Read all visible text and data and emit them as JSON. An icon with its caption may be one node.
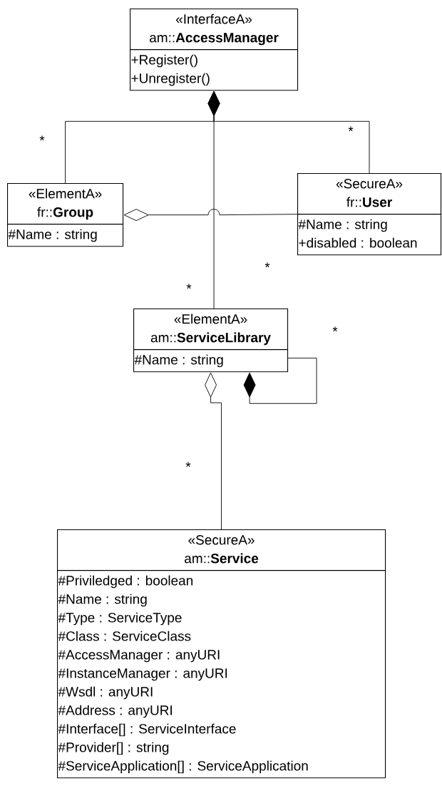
{
  "diagram": {
    "nodes": [
      {
        "text": [
          "«InterfaceA»",
          "am::**AccessManager**",
          "+Register()",
          "+Unregister()"
        ]
      },
      {
        "text": [
          "«ElementA»",
          "fr::**Group**",
          "#Name : string"
        ]
      },
      {
        "text": [
          "«SecureA»",
          "fr::**User**",
          "#Name : string",
          "+disabled : boolean"
        ]
      },
      {
        "text": [
          "«ElementA»",
          "am::**ServiceLibrary**",
          "#Name : string"
        ]
      },
      {
        "text": [
          "«SecureA»",
          "am::**Service**",
          "#Priviledged : boolean",
          "#Name : string",
          "#Type : ServiceType",
          "#Class : ServiceClass",
          "#AccessManager : anyURI",
          "#InstanceManager : anyURI",
          "#Wsdl : anyURI",
          "#Address : anyURI",
          "#Interface[] : ServiceInterface",
          "#Provider[] : string",
          "#ServiceApplication[] : ServiceApplication"
        ]
      }
    ],
    "edges": [
      {
        "from": 0,
        "to": 1,
        "arrow": "other"
      },
      {
        "from": 0,
        "to": 2,
        "arrow": "other"
      },
      {
        "from": 0,
        "to": 3,
        "arrow": "other"
      },
      {
        "from": 1,
        "to": 2,
        "arrow": "other"
      },
      {
        "from": 3,
        "to": 4,
        "arrow": "other"
      },
      {
        "from": 3,
        "to": 3,
        "arrow": "other"
      }
    ],
    "labels": [
      "*",
      "*",
      "*",
      "*",
      "*",
      "*"
    ]
  }
}
